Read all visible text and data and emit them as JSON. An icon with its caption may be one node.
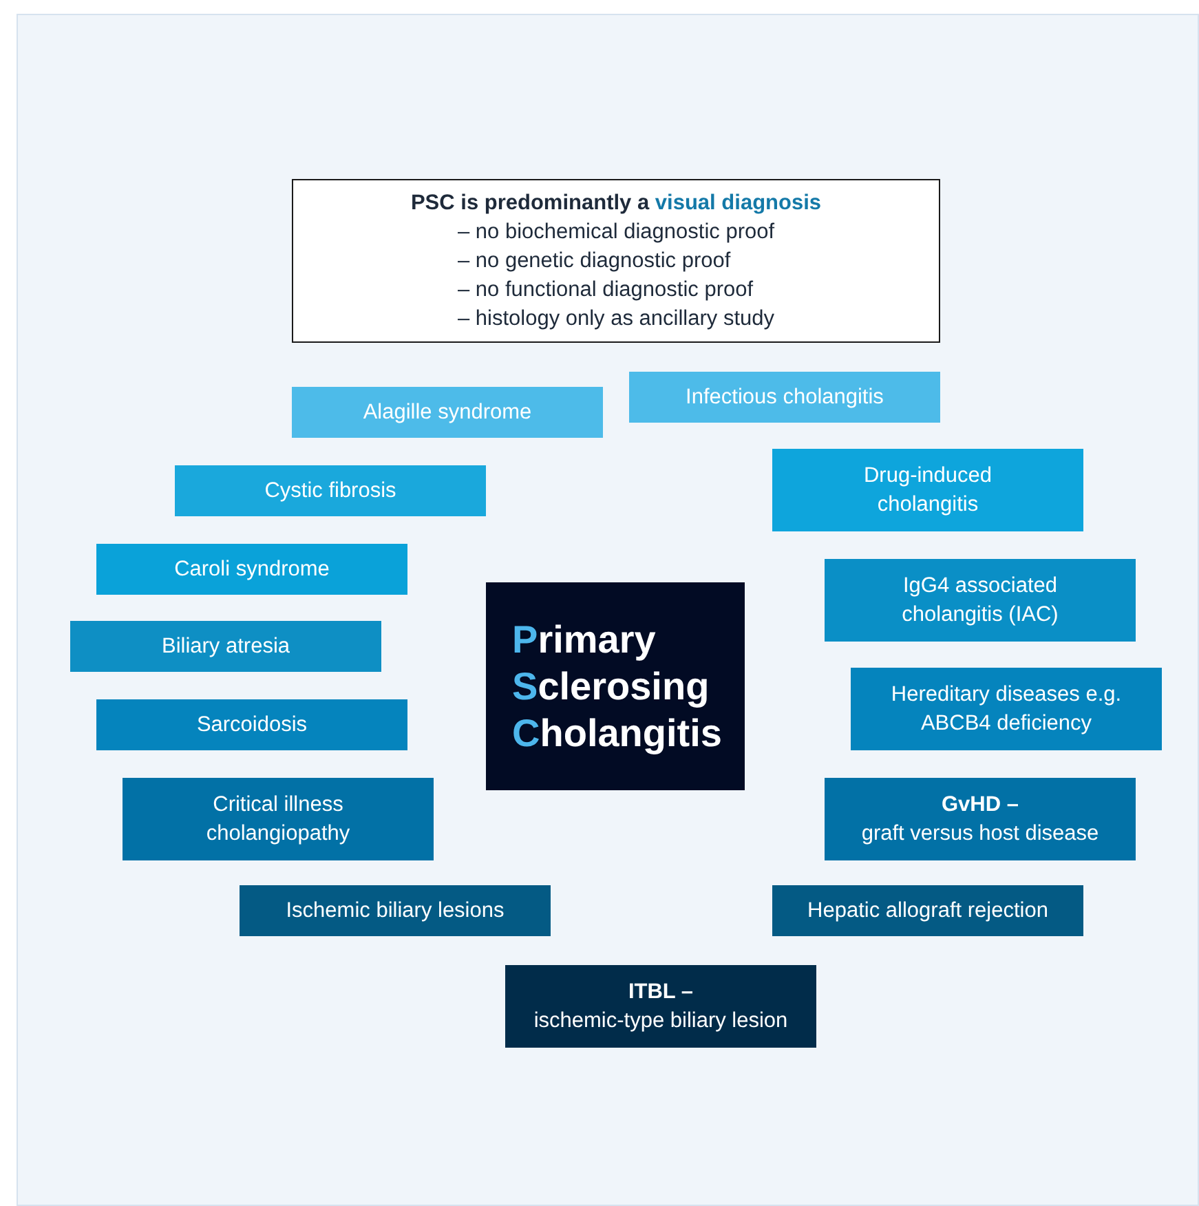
{
  "diagram": {
    "nodes": [
      {
        "text": [
          "PSC is predominantly a",
          "visual diagnosis",
          "– no biochemical diagnostic proof",
          "– no genetic diagnostic proof",
          "– no functional diagnostic proof",
          "– histology only as ancillary study"
        ]
      },
      {
        "text": [
          "Infectious cholangitis"
        ]
      },
      {
        "text": [
          "Alagille syndrome"
        ]
      },
      {
        "text": [
          "Drug-induced cholangitis"
        ]
      },
      {
        "text": [
          "Cystic fibrosis"
        ]
      },
      {
        "text": [
          "Caroli syndrome"
        ]
      },
      {
        "text": [
          "IgG4 associated cholangitis (IAC)"
        ]
      },
      {
        "text": [
          "Biliary atresia"
        ]
      },
      {
        "text": [
          "Hereditary diseases e.g. ABCB4 deficiency"
        ]
      },
      {
        "text": [
          "Sarcoidosis"
        ]
      },
      {
        "text": [
          "Primary Sclerosing Cholangitis"
        ]
      },
      {
        "text": [
          "Critical illness cholangiopathy"
        ]
      },
      {
        "text": [
          "GvHD –",
          "graft versus host disease"
        ]
      },
      {
        "text": [
          "Ischemic biliary lesions"
        ]
      },
      {
        "text": [
          "Hepatic allograft rejection"
        ]
      },
      {
        "text": [
          "ITBL –",
          "ischemic-type biliary lesion"
        ]
      }
    ]
  }
}
